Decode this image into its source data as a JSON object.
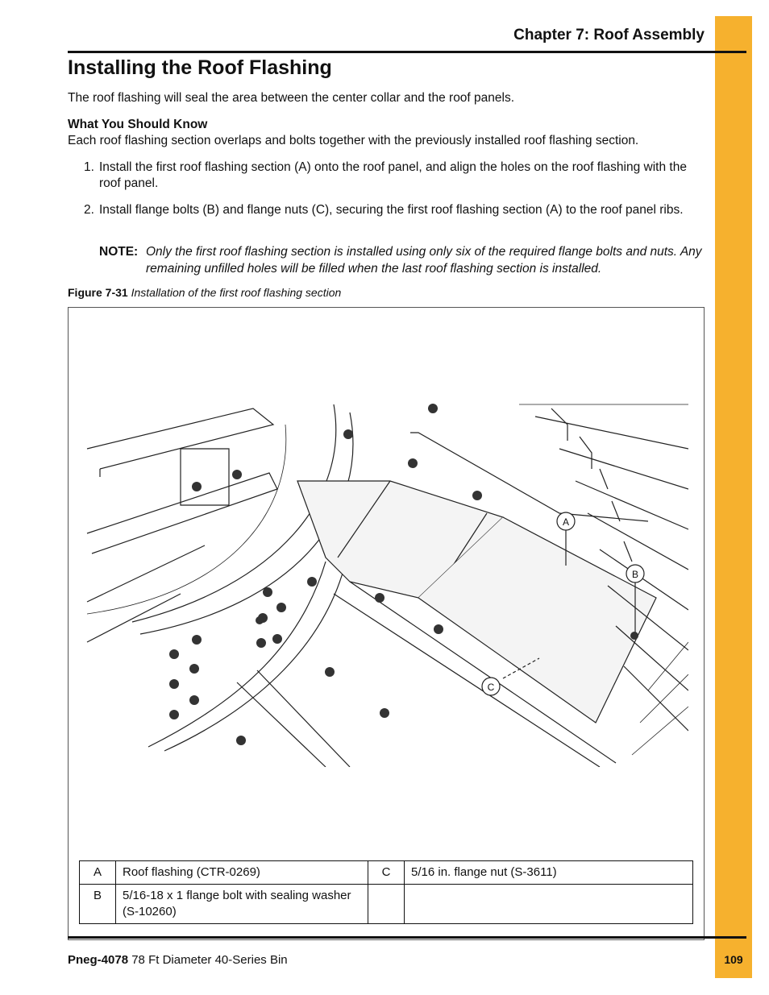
{
  "chapter_title": "Chapter 7: Roof Assembly",
  "section_title": "Installing the Roof Flashing",
  "intro": "The roof flashing will seal the area between the center collar and the roof panels.",
  "what_you_should_know": {
    "heading": "What You Should Know",
    "text": "Each roof flashing section overlaps and bolts together with the previously installed roof flashing section."
  },
  "steps": [
    {
      "number": "1.",
      "text": "Install the first roof flashing section (A) onto the roof panel, and align the holes on the roof flashing with the roof panel."
    },
    {
      "number": "2.",
      "text": "Install flange bolts (B) and flange nuts (C), securing the first roof flashing section (A) to the roof panel ribs."
    }
  ],
  "note": {
    "label": "NOTE:",
    "text": "Only the first roof flashing section is installed using only six of the required flange bolts and nuts. Any remaining unfilled holes will be filled when the last roof flashing section is installed."
  },
  "figure": {
    "number": "Figure 7-31",
    "title": "Installation of the first roof flashing section",
    "callouts": [
      "A",
      "B",
      "C"
    ],
    "legend": [
      {
        "key": "A",
        "desc": "Roof flashing (CTR-0269)"
      },
      {
        "key": "B",
        "desc": "5/16-18 x 1 flange bolt with sealing washer (S-10260)"
      },
      {
        "key": "C",
        "desc": "5/16 in. flange nut (S-3611)"
      }
    ]
  },
  "footer": {
    "doc_number": "Pneg-4078",
    "doc_title": "78 Ft Diameter 40-Series Bin",
    "page": "109"
  },
  "colors": {
    "side_tab": "#f6b12e",
    "text": "#111111"
  }
}
